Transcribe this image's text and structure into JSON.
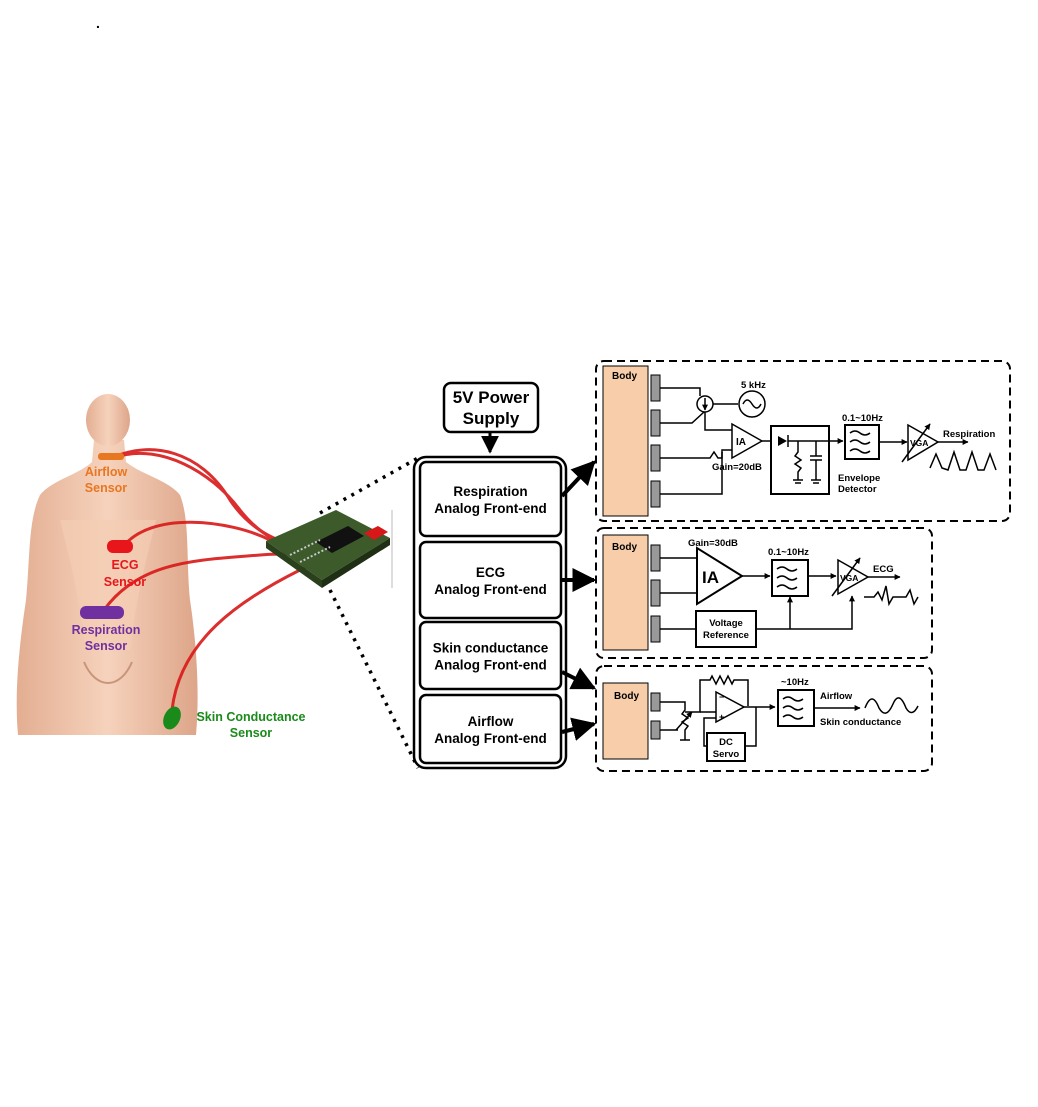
{
  "sensors": {
    "airflow": "Airflow\nSensor",
    "ecg": "ECG\nSensor",
    "respiration": "Respiration\nSensor",
    "skin": "Skin Conductance\nSensor"
  },
  "colors": {
    "airflow": "#e87722",
    "ecg": "#e8161b",
    "respiration": "#7030a0",
    "skin": "#1a8a1a",
    "body_pad": "#f8ceaa",
    "wire": "#d81818",
    "skin_tone": "#f2c7aa"
  },
  "power": "5V Power\nSupply",
  "frontends": [
    "Respiration\nAnalog Front-end",
    "ECG\nAnalog Front-end",
    "Skin conductance\nAnalog Front-end",
    "Airflow\nAnalog Front-end"
  ],
  "resp": {
    "body": "Body",
    "osc": "5 kHz",
    "ia": "IA",
    "gain": "Gain=20dB",
    "filter": "0.1~10Hz",
    "env": "Envelope\nDetector",
    "vga": "VGA",
    "out": "Respiration"
  },
  "ecg": {
    "body": "Body",
    "gain": "Gain=30dB",
    "ia": "IA",
    "filter": "0.1~10Hz",
    "vga": "VGA",
    "out": "ECG",
    "vref": "Voltage\nReference"
  },
  "skin": {
    "body": "Body",
    "filter": "~10Hz",
    "out1": "Airflow",
    "out2": "Skin conductance",
    "dc": "DC\nServo"
  },
  "dot": "."
}
